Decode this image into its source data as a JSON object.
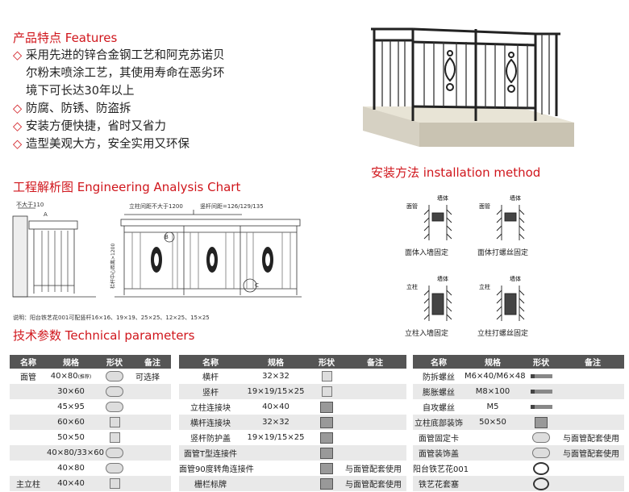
{
  "features": {
    "heading": "产品特点 Features",
    "items": [
      {
        "marker": "◇",
        "lines": [
          "采用先进的锌合金钢工艺和阿克苏诺贝",
          "尔粉末喷涂工艺，其使用寿命在恶劣环",
          "境下可长达30年以上"
        ]
      },
      {
        "marker": "◇",
        "lines": [
          "防腐、防锈、防盗拆"
        ]
      },
      {
        "marker": "◇",
        "lines": [
          "安装方便快捷，省时又省力"
        ]
      },
      {
        "marker": "◇",
        "lines": [
          "造型美观大方，安全实用又环保"
        ]
      }
    ]
  },
  "engineering": {
    "heading": "工程解析图 Engineering Analysis Chart",
    "labels": {
      "max110": "不大于110",
      "a_mark": "A",
      "column_spacing": "立柱间距不大于1200",
      "bar_spacing": "竖杆间距=126/129/135",
      "height_note": "栏杆中心距离>1200",
      "b_mark": "B",
      "c_mark": "C"
    },
    "note": "说明：阳台铁艺花001可配竖杆16×16、19×19、25×25、12×25、15×25"
  },
  "installation": {
    "heading": "安装方法 installation method",
    "methods": [
      {
        "caption": "面体入墙固定",
        "label_wall": "墙体",
        "label_part": "面管"
      },
      {
        "caption": "面体打螺丝固定",
        "label_wall": "墙体",
        "label_part": "面管"
      },
      {
        "caption": "立柱入墙固定",
        "label_wall": "墙体",
        "label_part": "立柱"
      },
      {
        "caption": "立柱打螺丝固定",
        "label_wall": "墙体",
        "label_part": "立柱"
      }
    ]
  },
  "technical": {
    "heading": "技术参数 Technical parameters",
    "headers": [
      "名称",
      "规格",
      "形状",
      "备注"
    ],
    "table1": [
      {
        "name": "面管",
        "spec": "40×80",
        "spec_sub": "(推荐)",
        "shape": "oval",
        "note": "可选择"
      },
      {
        "name": "",
        "spec": "30×60",
        "shape": "oval",
        "note": ""
      },
      {
        "name": "",
        "spec": "45×95",
        "shape": "oval",
        "note": ""
      },
      {
        "name": "",
        "spec": "60×60",
        "shape": "square",
        "note": ""
      },
      {
        "name": "",
        "spec": "50×50",
        "shape": "square",
        "note": ""
      },
      {
        "name": "",
        "spec": "40×80/33×60",
        "shape": "oval",
        "note": ""
      },
      {
        "name": "",
        "spec": "40×80",
        "shape": "oval",
        "note": ""
      },
      {
        "name": "主立柱",
        "spec": "40×40",
        "shape": "square",
        "note": ""
      }
    ],
    "table2": [
      {
        "name": "横杆",
        "spec": "32×32",
        "shape": "square",
        "note": ""
      },
      {
        "name": "竖杆",
        "spec": "19×19/15×25",
        "shape": "square",
        "note": ""
      },
      {
        "name": "立柱连接块",
        "spec": "40×40",
        "shape": "block",
        "note": ""
      },
      {
        "name": "横杆连接块",
        "spec": "32×32",
        "shape": "block",
        "note": ""
      },
      {
        "name": "竖杆防护盖",
        "spec": "19×19/15×25",
        "shape": "block",
        "note": ""
      },
      {
        "name": "面管T型连接件",
        "spec": "",
        "shape": "block",
        "note": ""
      },
      {
        "name": "面管90度转角连接件",
        "spec": "",
        "shape": "block",
        "note": "与面管配套使用"
      },
      {
        "name": "栅栏标牌",
        "spec": "",
        "shape": "block",
        "note": "与面管配套使用"
      }
    ],
    "table3": [
      {
        "name": "防拆螺丝",
        "spec": "M6×40/M6×48",
        "shape": "screw",
        "note": ""
      },
      {
        "name": "膨胀螺丝",
        "spec": "M8×100",
        "shape": "screw",
        "note": ""
      },
      {
        "name": "自攻螺丝",
        "spec": "M5",
        "shape": "screw",
        "note": ""
      },
      {
        "name": "立柱底部装饰",
        "spec": "50×50",
        "shape": "block",
        "note": ""
      },
      {
        "name": "面管固定卡",
        "spec": "",
        "shape": "oval",
        "note": "与面管配套使用"
      },
      {
        "name": "面管装饰盖",
        "spec": "",
        "shape": "oval",
        "note": "与面管配套使用"
      },
      {
        "name": "阳台铁艺花001",
        "spec": "",
        "shape": "orn",
        "note": ""
      },
      {
        "name": "铁艺花套塞",
        "spec": "",
        "shape": "orn",
        "note": ""
      }
    ]
  }
}
